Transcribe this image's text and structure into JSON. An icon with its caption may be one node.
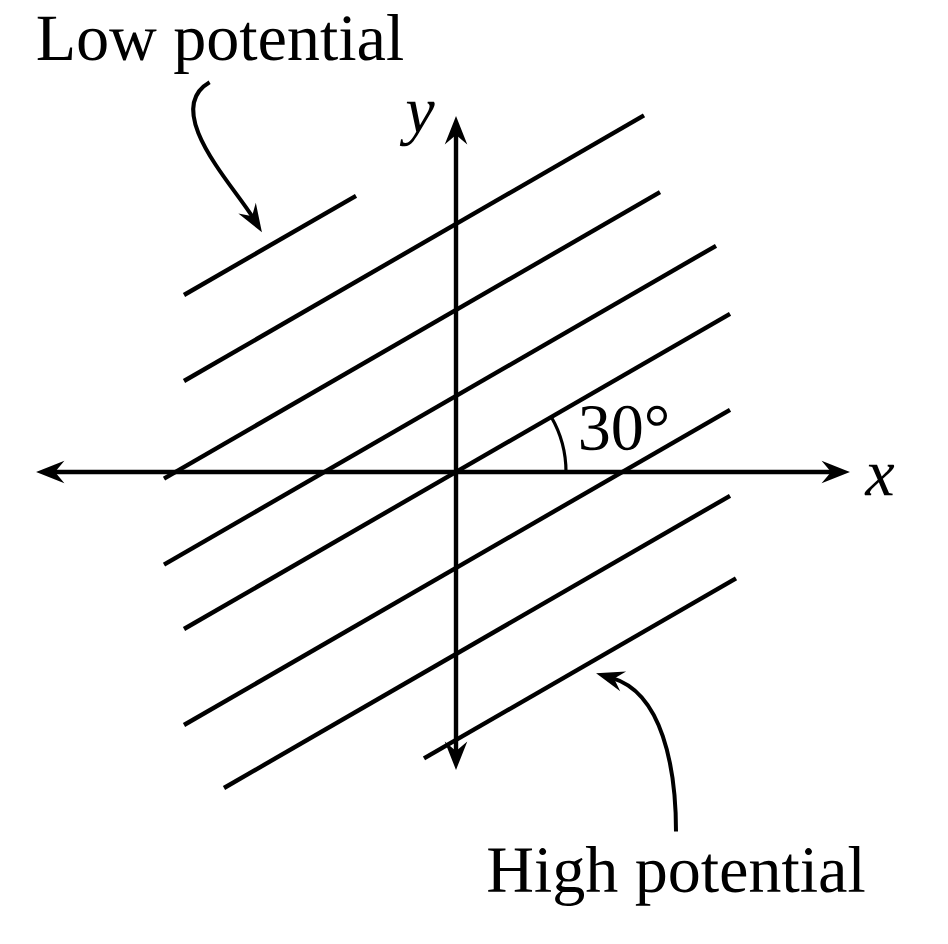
{
  "diagram": {
    "nodes": [
      {
        "text": [
          "Low potential"
        ]
      },
      {
        "text": [],
        "shape": "line"
      },
      {
        "text": [
          "High potential"
        ]
      },
      {
        "text": [],
        "shape": "line"
      }
    ],
    "edges": [
      {
        "from": 0,
        "to": 1,
        "arrow": "to"
      },
      {
        "from": 2,
        "to": 3,
        "arrow": "to"
      }
    ],
    "labels": [
      "y",
      "x",
      "30°"
    ]
  }
}
